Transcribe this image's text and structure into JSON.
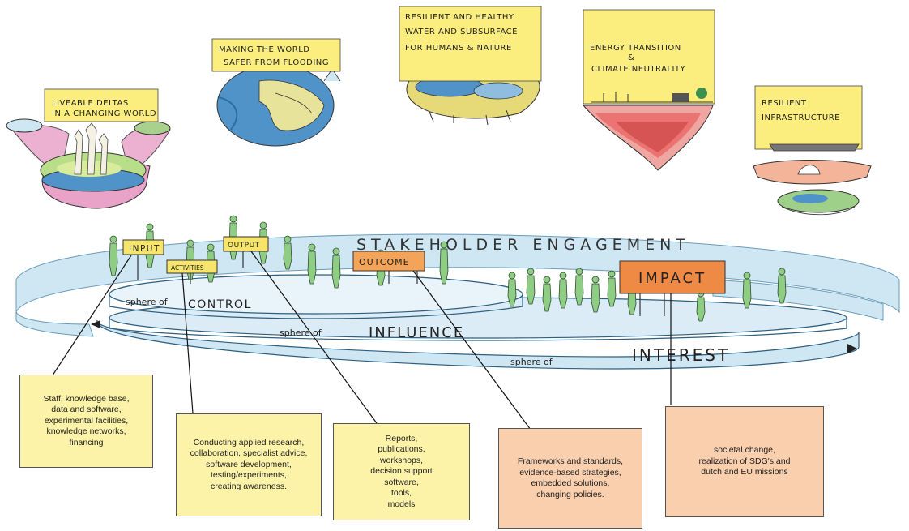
{
  "themes": [
    {
      "line1": "LIVEABLE DELTAS",
      "line2": "IN A CHANGING WORLD"
    },
    {
      "line1": "MAKING THE WORLD",
      "line2": "SAFER FROM FLOODING"
    },
    {
      "line1": "RESILIENT AND HEALTHY",
      "line2": "WATER AND SUBSURFACE",
      "line3": "FOR HUMANS & NATURE"
    },
    {
      "line1": "ENERGY TRANSITION",
      "line2": "&",
      "line3": "CLIMATE NEUTRALITY"
    },
    {
      "line1": "RESILIENT",
      "line2": "INFRASTRUCTURE"
    }
  ],
  "rings": {
    "stakeholder": "STAKEHOLDER ENGAGEMENT",
    "control_small": "sphere of",
    "control_big": "CONTROL",
    "influence_small": "sphere  of",
    "influence_big": "INFLUENCE",
    "interest_small": "sphere   of",
    "interest_big": "INTEREST"
  },
  "signs": {
    "input": "INPUT",
    "activities": "ACTIVITIES",
    "output": "OUTPUT",
    "outcome": "OUTCOME",
    "impact": "IMPACT"
  },
  "boxes": {
    "input": "Staff, knowledge base,\ndata and software,\nexperimental facilities,\nknowledge networks,\nfinancing",
    "activities": "Conducting applied research,\ncollaboration, specialist advice,\nsoftware development,\ntesting/experiments,\ncreating awareness.",
    "output": "Reports,\npublications,\nworkshops,\ndecision support\nsoftware,\ntools,\nmodels",
    "outcome": "Frameworks and standards,\nevidence-based strategies,\nembedded solutions,\nchanging policies.",
    "impact": "societal change,\nrealization of SDG's and\ndutch and EU missions"
  },
  "colors": {
    "banner_yellow": "#fbee7f",
    "sign_orange": "#f3a458",
    "impact_orange": "#ef8a45",
    "box_yellow": "#fdf3a8",
    "box_peach": "#f9cfae",
    "ring_blue": "#cfe6f3",
    "people_green": "#8fcc84",
    "water_blue": "#4f93c9"
  }
}
